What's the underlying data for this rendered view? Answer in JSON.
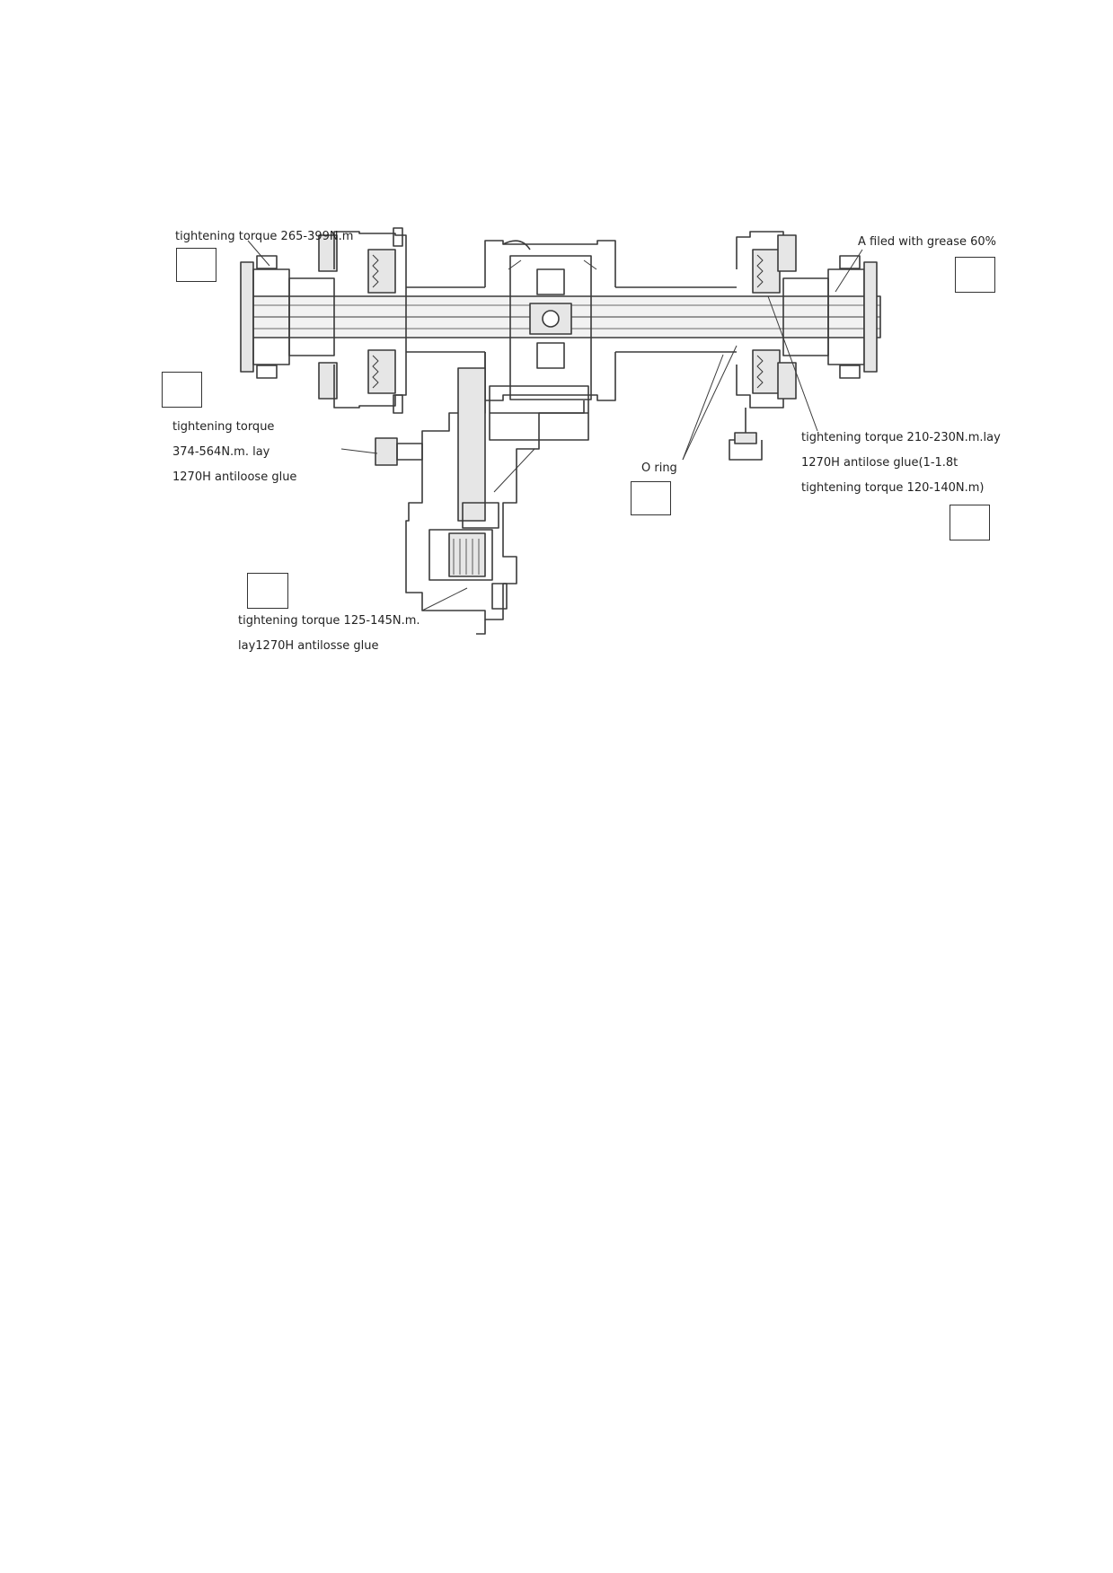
{
  "diagram": {
    "callouts": [
      {
        "id": "hub-bolt",
        "lines": [
          "tightening torque 265-399N.m"
        ]
      },
      {
        "id": "grease",
        "lines": [
          "A filed with grease 60%"
        ]
      },
      {
        "id": "housing-bolt",
        "lines": [
          "tightening torque",
          "374-564N.m. lay",
          "1270H antiloose glue"
        ]
      },
      {
        "id": "o-ring",
        "lines": [
          "O ring"
        ]
      },
      {
        "id": "brake-bolt",
        "lines": [
          "tightening torque 210-230N.m.lay",
          "1270H antilose glue(1-1.8t",
          "tightening torque 120-140N.m)"
        ]
      },
      {
        "id": "motor-bolt",
        "lines": [
          "tightening torque 125-145N.m.",
          "lay1270H antilosse  glue"
        ]
      }
    ],
    "colors": {
      "line": "#3a3a3a",
      "fill": "#e6e6e6",
      "text": "#222222"
    }
  }
}
